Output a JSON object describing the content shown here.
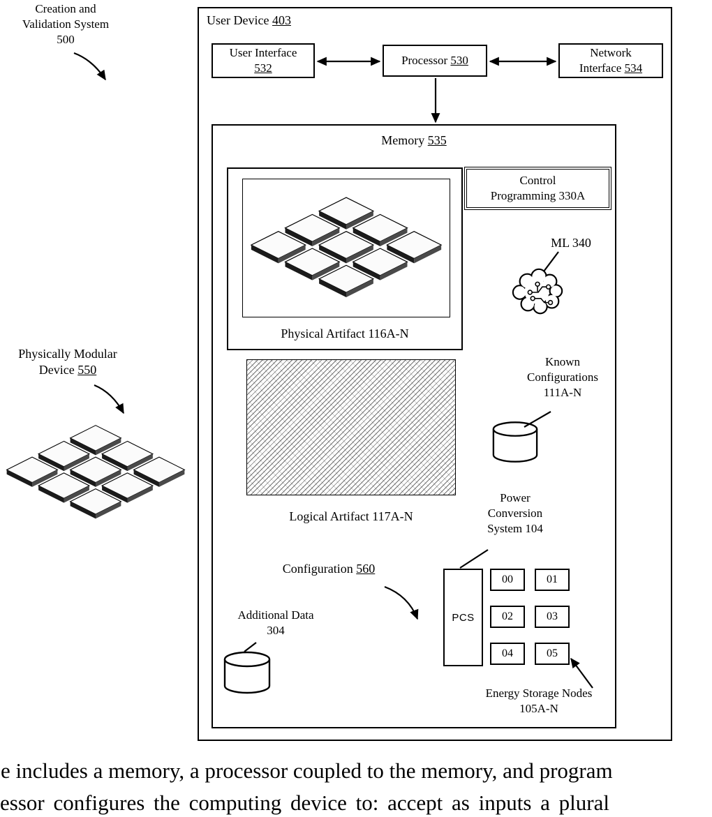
{
  "annotations": {
    "creation_system": "Creation and\nValidation System\n500",
    "modular_device_line1": "Physically Modular",
    "modular_device_prefix": "Device ",
    "modular_device_num": "550"
  },
  "user_device": {
    "title_prefix": "User Device ",
    "title_num": "403",
    "ui_line1": "User Interface",
    "ui_num": "532",
    "processor_prefix": "Processor ",
    "processor_num": "530",
    "net_line1": "Network",
    "net_prefix": "Interface ",
    "net_num": "534"
  },
  "memory": {
    "title_prefix": "Memory ",
    "title_num": "535",
    "physical_artifact_label": "Physical Artifact 116A-N",
    "control_programming": "Control\nProgramming 330A",
    "ml_label": "ML 340",
    "known_configurations": "Known\nConfigurations\n111A-N",
    "logical_artifact_label": "Logical Artifact 117A-N",
    "power_conversion": "Power\nConversion\nSystem 104",
    "configuration_prefix": "Configuration ",
    "configuration_num": "560",
    "additional_data": "Additional Data\n304",
    "pcs_label": "PCS",
    "storage_nodes": [
      "00",
      "01",
      "02",
      "03",
      "04",
      "05"
    ],
    "energy_storage_nodes": "Energy Storage Nodes\n105A-N"
  },
  "icons": {
    "ml_icon": "brain-circuit-icon",
    "known_configurations_icon": "database-cylinder-icon",
    "additional_data_icon": "database-cylinder-icon",
    "physical_artifact_icon": "isometric-blocks-drawing",
    "modular_device_icon": "isometric-blocks-drawing"
  },
  "body_text": {
    "line1": "e includes a memory, a processor coupled to the memory, and program",
    "line2": "essor configures the computing device to: accept as inputs a plural"
  },
  "colors": {
    "ink": "#000000",
    "paper": "#ffffff"
  }
}
